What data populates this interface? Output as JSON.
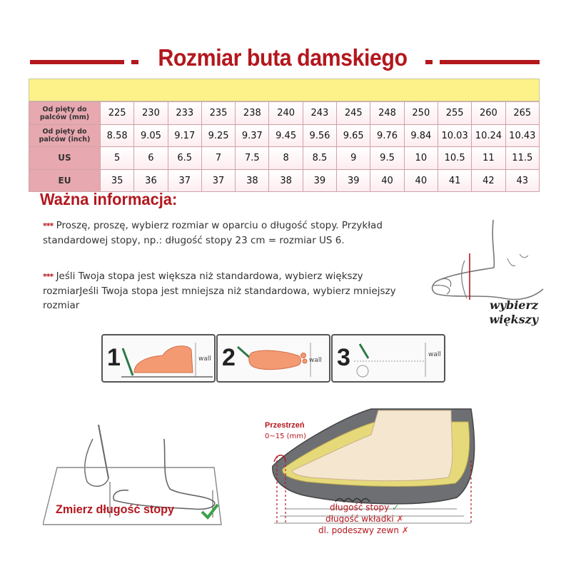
{
  "title": "Rozmiar buta damskiego",
  "table": {
    "rows": [
      {
        "label": "Od pięty do palców (mm)",
        "values": [
          "225",
          "230",
          "233",
          "235",
          "238",
          "240",
          "243",
          "245",
          "248",
          "250",
          "255",
          "260",
          "265"
        ]
      },
      {
        "label": "Od pięty do palców (inch)",
        "values": [
          "8.58",
          "9.05",
          "9.17",
          "9.25",
          "9.37",
          "9.45",
          "9.56",
          "9.65",
          "9.76",
          "9.84",
          "10.03",
          "10.24",
          "10.43"
        ]
      },
      {
        "label": "US",
        "values": [
          "5",
          "6",
          "6.5",
          "7",
          "7.5",
          "8",
          "8.5",
          "9",
          "9.5",
          "10",
          "10.5",
          "11",
          "11.5"
        ]
      },
      {
        "label": "EU",
        "values": [
          "35",
          "36",
          "37",
          "37",
          "38",
          "38",
          "39",
          "39",
          "40",
          "40",
          "41",
          "42",
          "43"
        ]
      }
    ]
  },
  "info": {
    "title": "Ważna informacja:",
    "stars": "***",
    "para1": "Proszę, proszę, wybierz rozmiar w oparciu o długość stopy. Przykład standardowej stopy, np.: długość stopy 23 cm = rozmiar US 6.",
    "para2": "Jeśli Twoja stopa jest większa niż standardowa, wybierz większy rozmiarJeśli Twoja stopa jest mniejsza niż standardowa, wybierz mniejszy rozmiar",
    "choose_bigger": "wybierz większy"
  },
  "steps": {
    "one": "1",
    "two": "2",
    "three": "3",
    "wall": "wall"
  },
  "measure": {
    "label": "Zmierz długość stopy",
    "gap_title": "Przestrzeń",
    "gap_range": "0~15 (mm)",
    "foot_length": "długość stopy",
    "insole_length": "długość wkładki",
    "outsole_length": "dl. podeszwy zewn"
  },
  "colors": {
    "accent": "#b3171e",
    "header_pink": "#e7a8b0",
    "yellow": "#fdf28a"
  }
}
